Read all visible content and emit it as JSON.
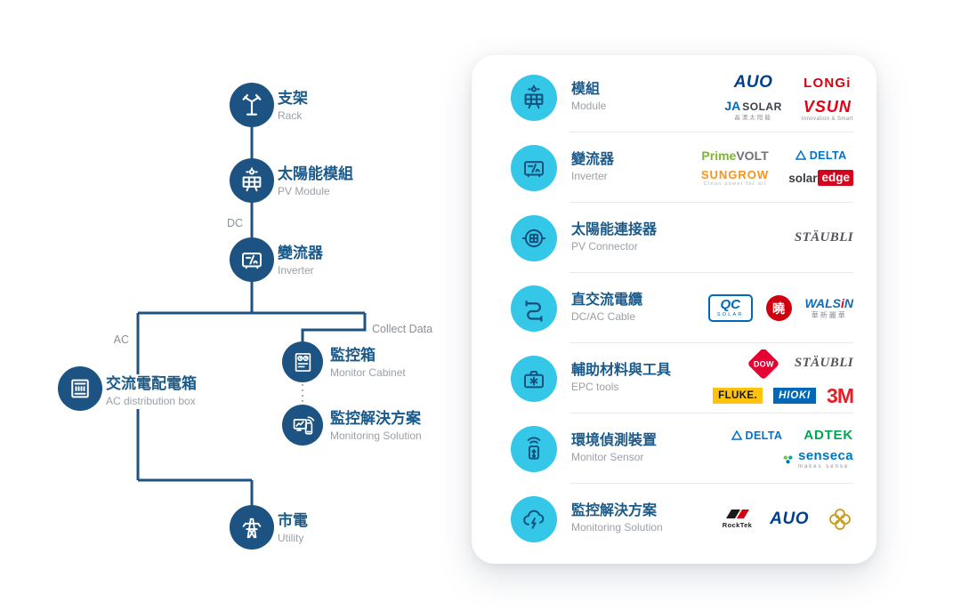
{
  "flowchart": {
    "nodes": {
      "rack": {
        "title": "支架",
        "subtitle": "Rack"
      },
      "pv_module": {
        "title": "太陽能模組",
        "subtitle": "PV Module"
      },
      "inverter": {
        "title": "變流器",
        "subtitle": "Inverter"
      },
      "monitor_cabinet": {
        "title": "監控箱",
        "subtitle": "Monitor Cabinet"
      },
      "monitoring_solution": {
        "title": "監控解決方案",
        "subtitle": "Monitoring Solution"
      },
      "ac_box": {
        "title": "交流電配電箱",
        "subtitle": "AC distribution box"
      },
      "utility": {
        "title": "市電",
        "subtitle": "Utility"
      }
    },
    "edge_labels": {
      "dc": "DC",
      "ac": "AC",
      "collect": "Collect Data"
    }
  },
  "panel": {
    "rows": [
      {
        "title": "模組",
        "subtitle": "Module",
        "brands": [
          "AUO",
          "LONGi",
          "JA SOLAR",
          "VSUN"
        ]
      },
      {
        "title": "變流器",
        "subtitle": "Inverter",
        "brands": [
          "PrimeVOLT",
          "DELTA",
          "SUNGROW",
          "solaredge"
        ]
      },
      {
        "title": "太陽能連接器",
        "subtitle": "PV Connector",
        "brands": [
          "STÄUBLI"
        ]
      },
      {
        "title": "直交流電纜",
        "subtitle": "DC/AC Cable",
        "brands": [
          "QC SOLAR",
          "曉",
          "WALSiN 華新麗華"
        ]
      },
      {
        "title": "輔助材料與工具",
        "subtitle": "EPC tools",
        "brands": [
          "DOW",
          "STÄUBLI",
          "FLUKE",
          "HIOKI",
          "3M"
        ]
      },
      {
        "title": "環境偵測裝置",
        "subtitle": "Monitor Sensor",
        "brands": [
          "DELTA",
          "ADTEK",
          "senseca"
        ]
      },
      {
        "title": "監控解決方案",
        "subtitle": "Monitoring Solution",
        "brands": [
          "RockTek",
          "AUO",
          "gold-knot"
        ]
      }
    ]
  },
  "brands": {
    "auo": "AUO",
    "longi": "LONGi",
    "ja_prefix": "JA",
    "ja_suffix": "SOLAR",
    "ja_sub": "晶澳太阳能",
    "vsun": "VSUN",
    "vsun_sub": "Innovation & Smart",
    "prime": "Prime",
    "volt": "VOLT",
    "delta": "DELTA",
    "sungrow": "SUNGROW",
    "sungrow_sub": "Clean power for all",
    "solar": "solar",
    "edge": "edge",
    "staubli": "STÄUBLI",
    "qc": "QC",
    "qc_sub": "SOLAR",
    "xiao": "曉",
    "walsin_a": "WALS",
    "walsin_i": "i",
    "walsin_b": "N",
    "walsin_sub": "華新麗華",
    "dow": "DOW",
    "fluke": "FLUKE.",
    "hioki": "HIOKI",
    "three_m": "3M",
    "adtek": "ADTEK",
    "senseca": "senseca",
    "senseca_sub": "makes sense",
    "rocktek": "RockTek"
  },
  "colors": {
    "navy": "#1d5382",
    "cyan": "#35c7e8",
    "title_blue": "#1a5a8a",
    "subtitle_gray": "#9aa0a6"
  }
}
